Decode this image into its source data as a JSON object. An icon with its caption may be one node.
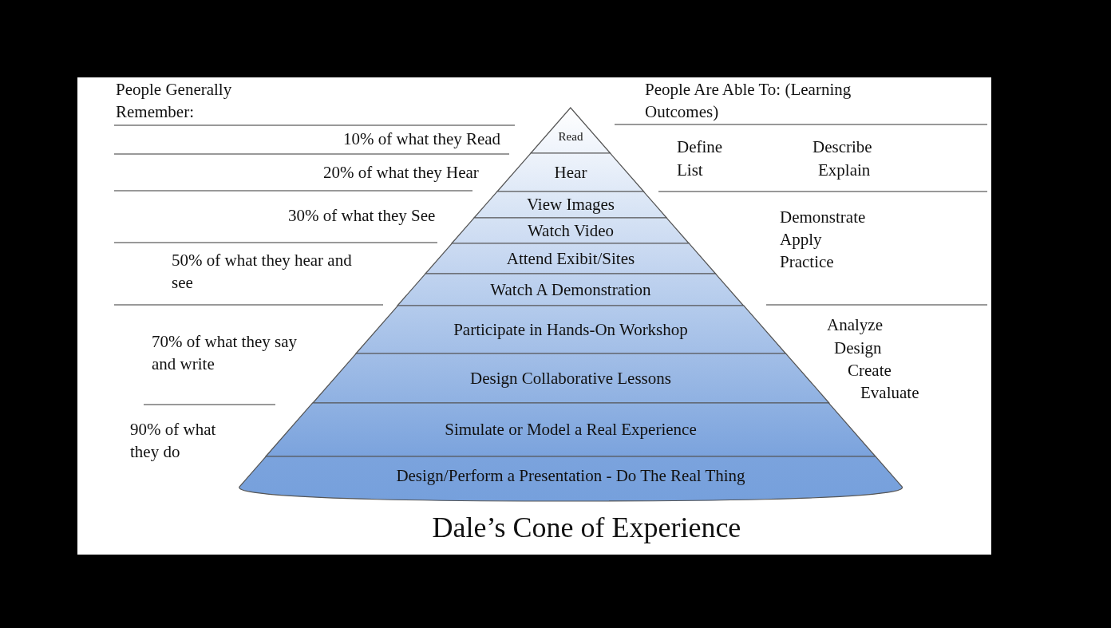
{
  "diagram": {
    "title": "Dale’s Cone of Experience",
    "nodes": [
      {
        "text": [
          "Read"
        ]
      },
      {
        "text": [
          "Hear"
        ]
      },
      {
        "text": [
          "View Images"
        ]
      },
      {
        "text": [
          "Watch Video"
        ]
      },
      {
        "text": [
          "Attend Exibit/Sites"
        ]
      },
      {
        "text": [
          "Watch A Demonstration"
        ]
      },
      {
        "text": [
          "Participate in Hands-On Workshop"
        ]
      },
      {
        "text": [
          "Design Collaborative Lessons"
        ]
      },
      {
        "text": [
          "Simulate or Model a Real Experience"
        ]
      },
      {
        "text": [
          "Design/Perform a Presentation - Do The Real Thing"
        ]
      }
    ],
    "labels": [
      "People Generally Remember:",
      "People Are Able To: (Learning Outcomes)",
      "10% of what they Read",
      "Define",
      "Describe",
      "20% of what they Hear",
      "List",
      "Explain",
      "30% of what they See",
      "Demonstrate",
      "Apply",
      "50% of what they hear and see",
      "Practice",
      "Analyze",
      "70% of what they say and write",
      "Design",
      "Create",
      "Evaluate",
      "90% of what they do"
    ]
  }
}
